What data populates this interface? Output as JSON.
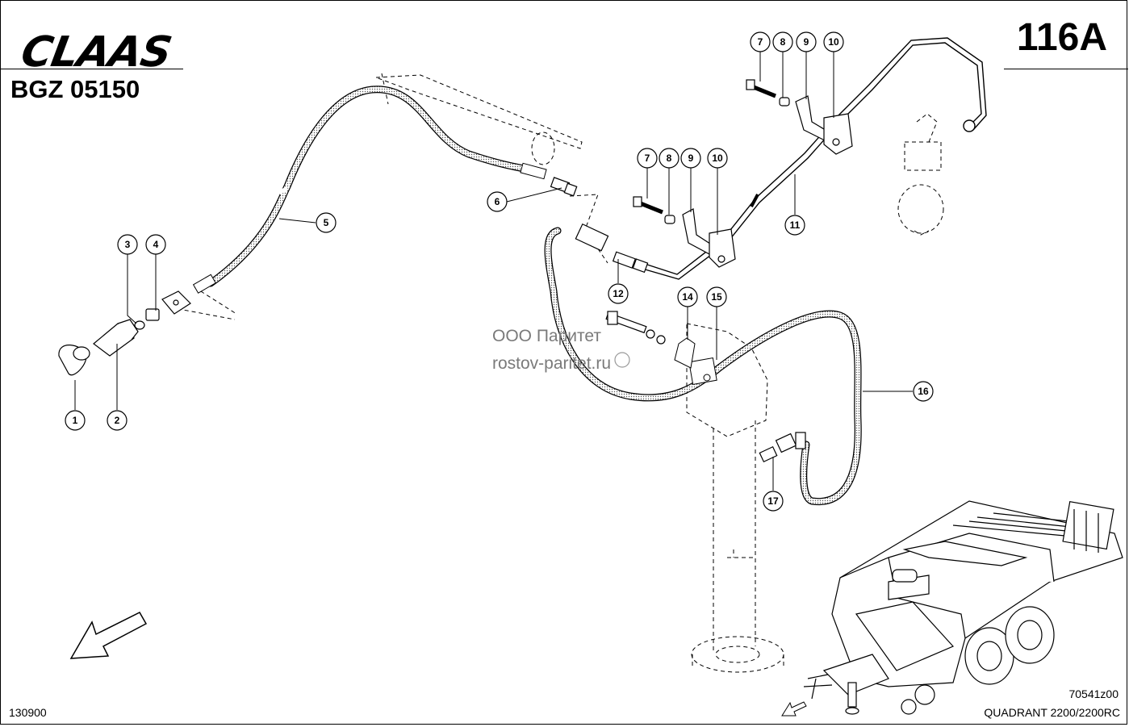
{
  "header": {
    "brand": "CLAAS",
    "doc_id": "BGZ 05150",
    "page_no": "116A"
  },
  "footer": {
    "date_code": "130900",
    "drawing_no": "70541z00",
    "model": "QUADRANT 2200/2200RC"
  },
  "watermark": {
    "line1": "ООО Паритет",
    "line2": "rostov-paritet.ru"
  },
  "callouts": [
    "1",
    "2",
    "3",
    "4",
    "5",
    "6",
    "7",
    "8",
    "9",
    "10",
    "7",
    "8",
    "9",
    "10",
    "11",
    "12",
    "14",
    "15",
    "16",
    "17"
  ]
}
